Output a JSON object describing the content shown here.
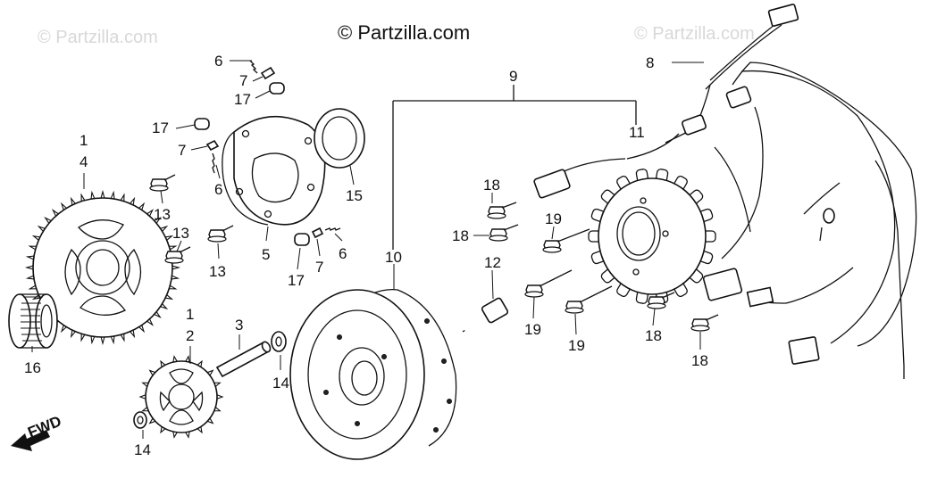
{
  "watermarks": {
    "top_left": "© Partzilla.com",
    "top_center": "© Partzilla.com",
    "top_right": "© Partzilla.com"
  },
  "fwd_label": "FWD",
  "callouts": [
    {
      "id": "c1a",
      "text": "1"
    },
    {
      "id": "c4",
      "text": "4"
    },
    {
      "id": "c16",
      "text": "16"
    },
    {
      "id": "c1b",
      "text": "1"
    },
    {
      "id": "c2",
      "text": "2"
    },
    {
      "id": "c14a",
      "text": "14"
    },
    {
      "id": "c3",
      "text": "3"
    },
    {
      "id": "c14b",
      "text": "14"
    },
    {
      "id": "c6a",
      "text": "6"
    },
    {
      "id": "c7a",
      "text": "7"
    },
    {
      "id": "c17a",
      "text": "17"
    },
    {
      "id": "c17b",
      "text": "17"
    },
    {
      "id": "c7b",
      "text": "7"
    },
    {
      "id": "c6b",
      "text": "6"
    },
    {
      "id": "c13a",
      "text": "13"
    },
    {
      "id": "c13b",
      "text": "13"
    },
    {
      "id": "c13c",
      "text": "13"
    },
    {
      "id": "c5",
      "text": "5"
    },
    {
      "id": "c17c",
      "text": "17"
    },
    {
      "id": "c7c",
      "text": "7"
    },
    {
      "id": "c6c",
      "text": "6"
    },
    {
      "id": "c15",
      "text": "15"
    },
    {
      "id": "c9",
      "text": "9"
    },
    {
      "id": "c10",
      "text": "10"
    },
    {
      "id": "c11",
      "text": "11"
    },
    {
      "id": "c8",
      "text": "8"
    },
    {
      "id": "c12",
      "text": "12"
    },
    {
      "id": "c18a",
      "text": "18"
    },
    {
      "id": "c18b",
      "text": "18"
    },
    {
      "id": "c18c",
      "text": "18"
    },
    {
      "id": "c18d",
      "text": "18"
    },
    {
      "id": "c19a",
      "text": "19"
    },
    {
      "id": "c19b",
      "text": "19"
    },
    {
      "id": "c19c",
      "text": "19"
    }
  ]
}
